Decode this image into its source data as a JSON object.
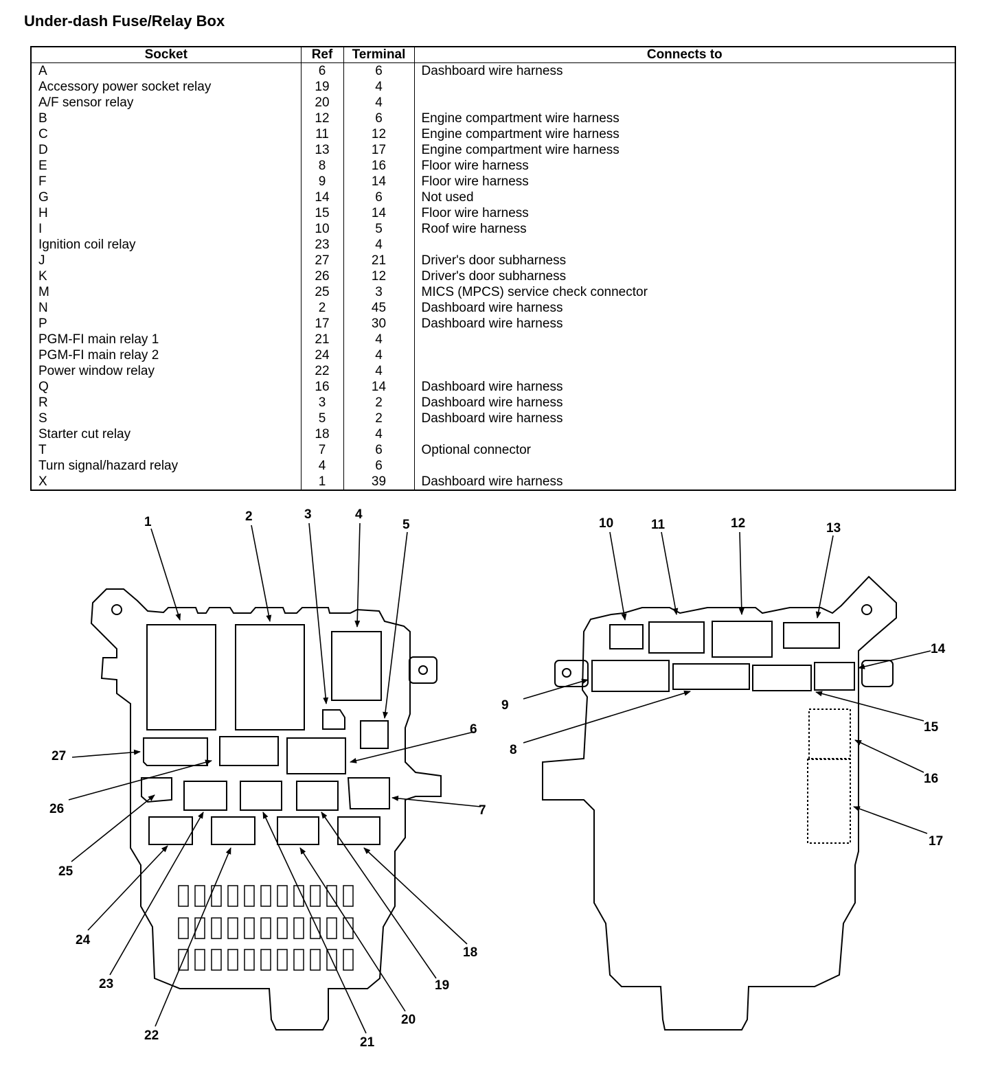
{
  "title": "Under-dash Fuse/Relay Box",
  "table": {
    "headers": [
      "Socket",
      "Ref",
      "Terminal",
      "Connects to"
    ],
    "rows": [
      [
        "A",
        "6",
        "6",
        "Dashboard wire harness"
      ],
      [
        "Accessory power socket relay",
        "19",
        "4",
        ""
      ],
      [
        "A/F sensor relay",
        "20",
        "4",
        ""
      ],
      [
        "B",
        "12",
        "6",
        "Engine compartment wire harness"
      ],
      [
        "C",
        "11",
        "12",
        "Engine compartment wire harness"
      ],
      [
        "D",
        "13",
        "17",
        "Engine compartment wire harness"
      ],
      [
        "E",
        "8",
        "16",
        "Floor wire harness"
      ],
      [
        "F",
        "9",
        "14",
        "Floor wire harness"
      ],
      [
        "G",
        "14",
        "6",
        "Not used"
      ],
      [
        "H",
        "15",
        "14",
        "Floor wire harness"
      ],
      [
        "I",
        "10",
        "5",
        "Roof wire harness"
      ],
      [
        "Ignition coil relay",
        "23",
        "4",
        ""
      ],
      [
        "J",
        "27",
        "21",
        "Driver's door subharness"
      ],
      [
        "K",
        "26",
        "12",
        "Driver's door subharness"
      ],
      [
        "M",
        "25",
        "3",
        "MICS (MPCS) service check connector"
      ],
      [
        "N",
        "2",
        "45",
        "Dashboard wire harness"
      ],
      [
        "P",
        "17",
        "30",
        "Dashboard wire harness"
      ],
      [
        "PGM-FI main relay 1",
        "21",
        "4",
        ""
      ],
      [
        "PGM-FI main relay 2",
        "24",
        "4",
        ""
      ],
      [
        "Power window relay",
        "22",
        "4",
        ""
      ],
      [
        "Q",
        "16",
        "14",
        "Dashboard wire harness"
      ],
      [
        "R",
        "3",
        "2",
        "Dashboard wire harness"
      ],
      [
        "S",
        "5",
        "2",
        "Dashboard wire harness"
      ],
      [
        "Starter cut relay",
        "18",
        "4",
        ""
      ],
      [
        "T",
        "7",
        "6",
        "Optional connector"
      ],
      [
        "Turn signal/hazard relay",
        "4",
        "6",
        ""
      ],
      [
        "X",
        "1",
        "39",
        "Dashboard wire harness"
      ]
    ]
  },
  "callouts": [
    "1",
    "2",
    "3",
    "4",
    "5",
    "6",
    "7",
    "8",
    "9",
    "10",
    "11",
    "12",
    "13",
    "14",
    "15",
    "16",
    "17",
    "18",
    "19",
    "20",
    "21",
    "22",
    "23",
    "24",
    "25",
    "26",
    "27"
  ]
}
